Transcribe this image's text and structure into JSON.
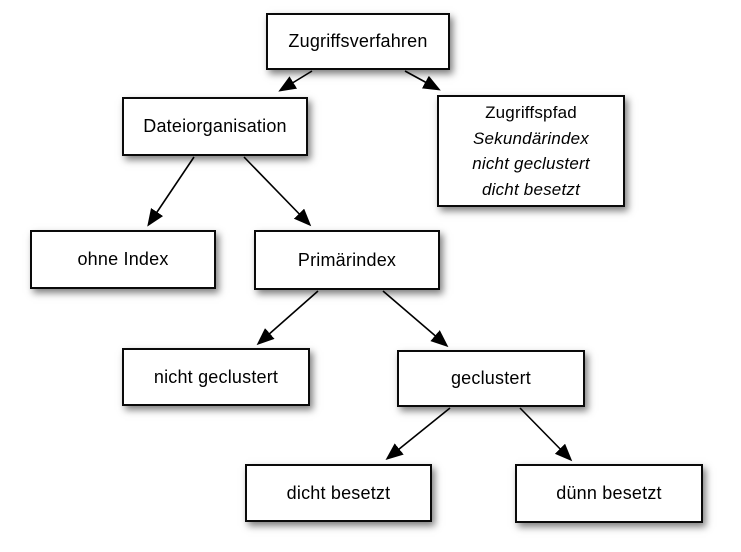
{
  "diagram": {
    "nodes": {
      "zugriffsverfahren": {
        "label": "Zugriffsverfahren"
      },
      "dateiorganisation": {
        "label": "Dateiorganisation"
      },
      "zugriffspfad": {
        "title": "Zugriffspfad",
        "lines": [
          "Sekundärindex",
          "nicht geclustert",
          "dicht besetzt"
        ]
      },
      "ohne_index": {
        "label": "ohne Index"
      },
      "primaerindex": {
        "label": "Primärindex"
      },
      "nicht_geclustert": {
        "label": "nicht geclustert"
      },
      "geclustert": {
        "label": "geclustert"
      },
      "dicht_besetzt": {
        "label": "dicht besetzt"
      },
      "duenn_besetzt": {
        "label": "dünn besetzt"
      }
    },
    "edges": [
      {
        "from": "Zugriffsverfahren",
        "to": "Dateiorganisation"
      },
      {
        "from": "Zugriffsverfahren",
        "to": "Zugriffspfad"
      },
      {
        "from": "Dateiorganisation",
        "to": "ohne Index"
      },
      {
        "from": "Dateiorganisation",
        "to": "Primärindex"
      },
      {
        "from": "Primärindex",
        "to": "nicht geclustert"
      },
      {
        "from": "Primärindex",
        "to": "geclustert"
      },
      {
        "from": "geclustert",
        "to": "dicht besetzt"
      },
      {
        "from": "geclustert",
        "to": "dünn besetzt"
      }
    ],
    "colors": {
      "background": "#ffffff",
      "box_fill": "#ffffff",
      "box_border": "#000000",
      "text": "#000000",
      "arrow": "#000000"
    }
  }
}
